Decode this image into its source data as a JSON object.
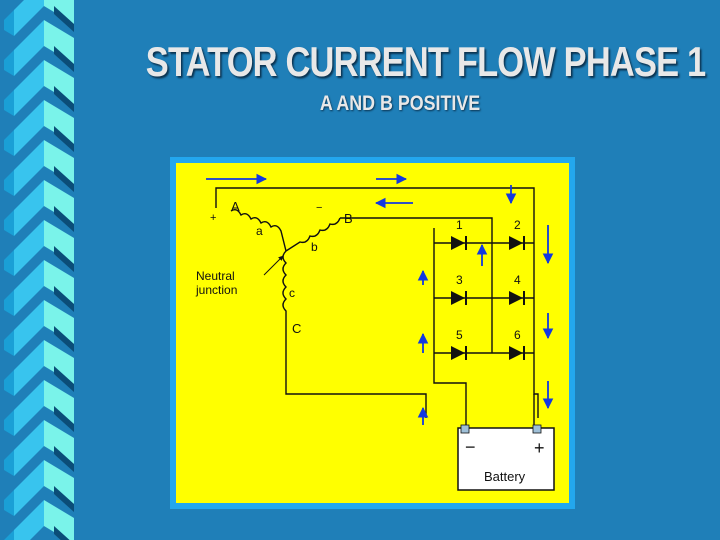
{
  "slide": {
    "title": "STATOR CURRENT FLOW PHASE 1",
    "subtitle": "A AND B POSITIVE"
  },
  "diagram": {
    "terminals": {
      "a_upper": "A",
      "b_upper": "B",
      "c_upper": "C",
      "a_lower": "a",
      "b_lower": "b",
      "c_lower": "c"
    },
    "polarity": {
      "plus": "+",
      "minus": "−"
    },
    "neutral_label_line1": "Neutral",
    "neutral_label_line2": "junction",
    "diodes": [
      "1",
      "2",
      "3",
      "4",
      "5",
      "6"
    ],
    "battery": {
      "label": "Battery",
      "minus": "−",
      "plus": "+"
    },
    "colors": {
      "background": "#ffff00",
      "frame": "#23a7ee",
      "arrow": "#1238e0",
      "wire": "#111111",
      "slide": "#1f7fb8"
    }
  }
}
